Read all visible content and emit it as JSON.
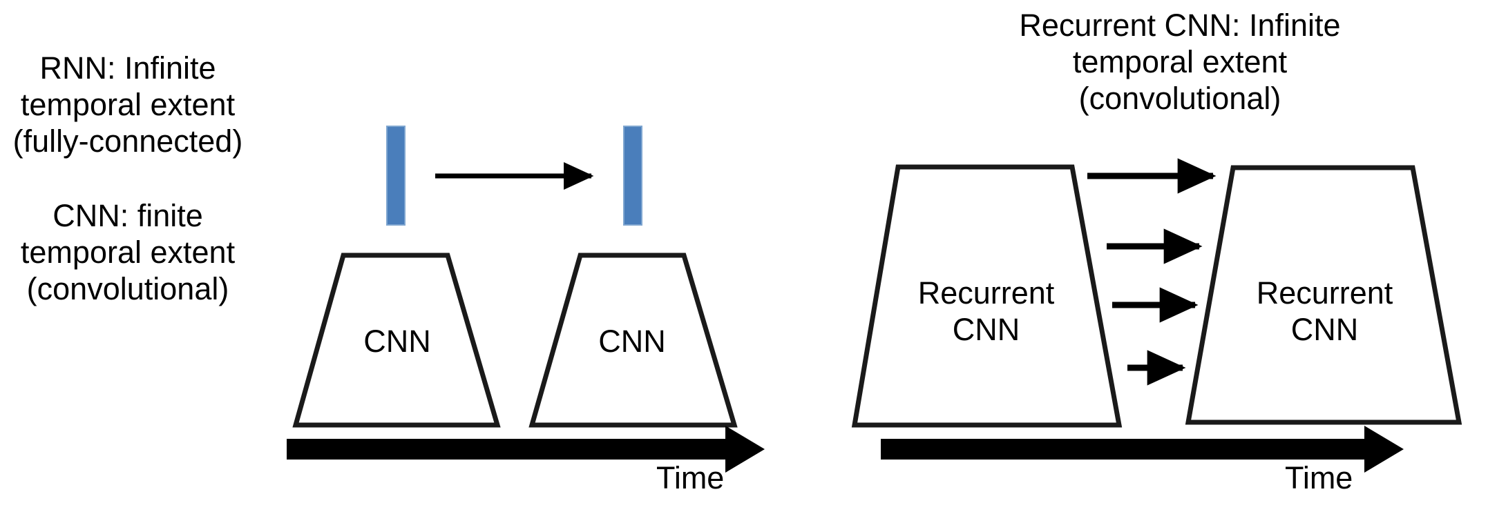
{
  "figure": {
    "title": "Comparison of RNN, CNN and Recurrent CNN temporal extent",
    "background_color": "#ffffff",
    "stroke_color": "#1a1a1a",
    "accent_color": "#4a7ebb",
    "text_color": "#000000"
  },
  "left_panel": {
    "captions": {
      "rnn": "RNN: Infinite\ntemporal extent\n(fully-connected)",
      "cnn": "CNN: finite\ntemporal extent\n(convolutional)"
    },
    "blocks": [
      {
        "label": "CNN",
        "kind": "trapezoid"
      },
      {
        "label": "CNN",
        "kind": "trapezoid"
      }
    ],
    "state_bars": [
      {
        "name": "rnn-hidden-state-1",
        "color": "#4a7ebb"
      },
      {
        "name": "rnn-hidden-state-2",
        "color": "#4a7ebb"
      }
    ],
    "recurrent_arrows": 1,
    "axis_label": "Time"
  },
  "right_panel": {
    "caption": "Recurrent CNN: Infinite\ntemporal extent\n(convolutional)",
    "blocks": [
      {
        "label": "Recurrent\nCNN",
        "kind": "trapezoid"
      },
      {
        "label": "Recurrent\nCNN",
        "kind": "trapezoid"
      }
    ],
    "recurrent_arrows": 4,
    "axis_label": "Time"
  }
}
